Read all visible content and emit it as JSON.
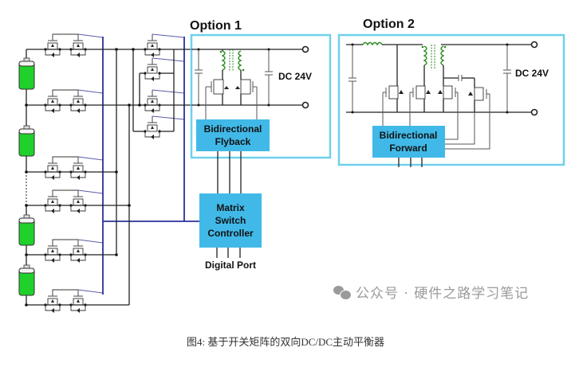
{
  "diagram": {
    "option1": {
      "title": "Option 1",
      "converter_label_line1": "Bidirectional",
      "converter_label_line2": "Flyback",
      "output_label": "DC 24V"
    },
    "option2": {
      "title": "Option 2",
      "converter_label_line1": "Bidirectional",
      "converter_label_line2": "Forward",
      "output_label": "DC 24V"
    },
    "controller": {
      "label_line1": "Matrix",
      "label_line2": "Switch",
      "label_line3": "Controller",
      "port_label": "Digital Port"
    },
    "colors": {
      "battery": "#1fd12a",
      "block": "#41b9e8",
      "frame": "#6fd0ec",
      "bus": "#2b2f9a",
      "winding": "#2a8a1e"
    }
  },
  "watermark": "公众号 · 硬件之路学习笔记",
  "caption": "图4: 基于开关矩阵的双向DC/DC主动平衡器"
}
